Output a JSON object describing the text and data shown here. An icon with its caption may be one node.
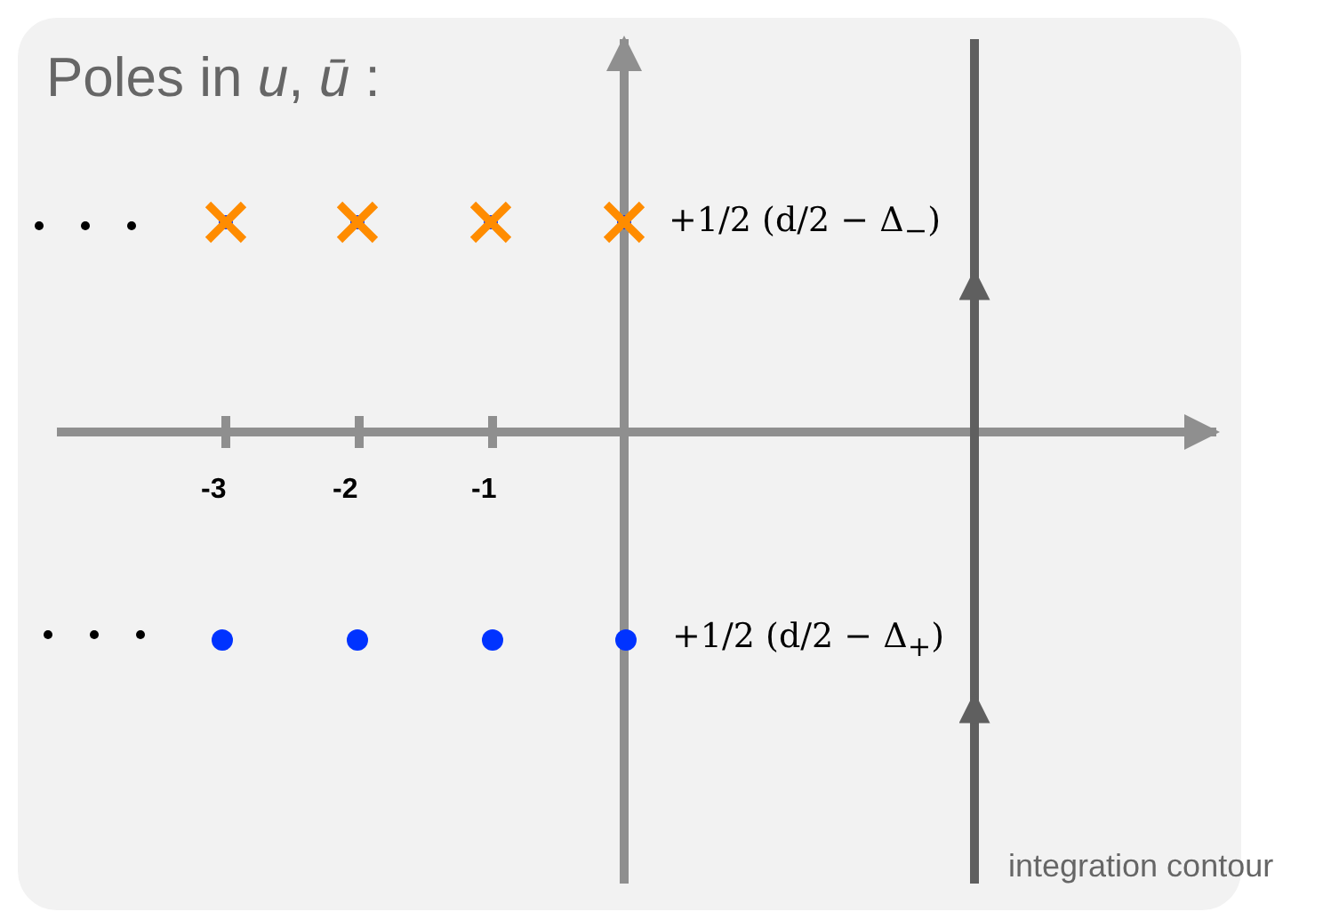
{
  "diagram": {
    "title": "Poles in *u*, *ū* :",
    "labels": [
      "-3",
      "-2",
      "-1",
      "+1/2 (d/2 − Δ$_{−}$)",
      "+1/2 (d/2 − Δ$_{+}$)",
      "integration contour"
    ]
  }
}
